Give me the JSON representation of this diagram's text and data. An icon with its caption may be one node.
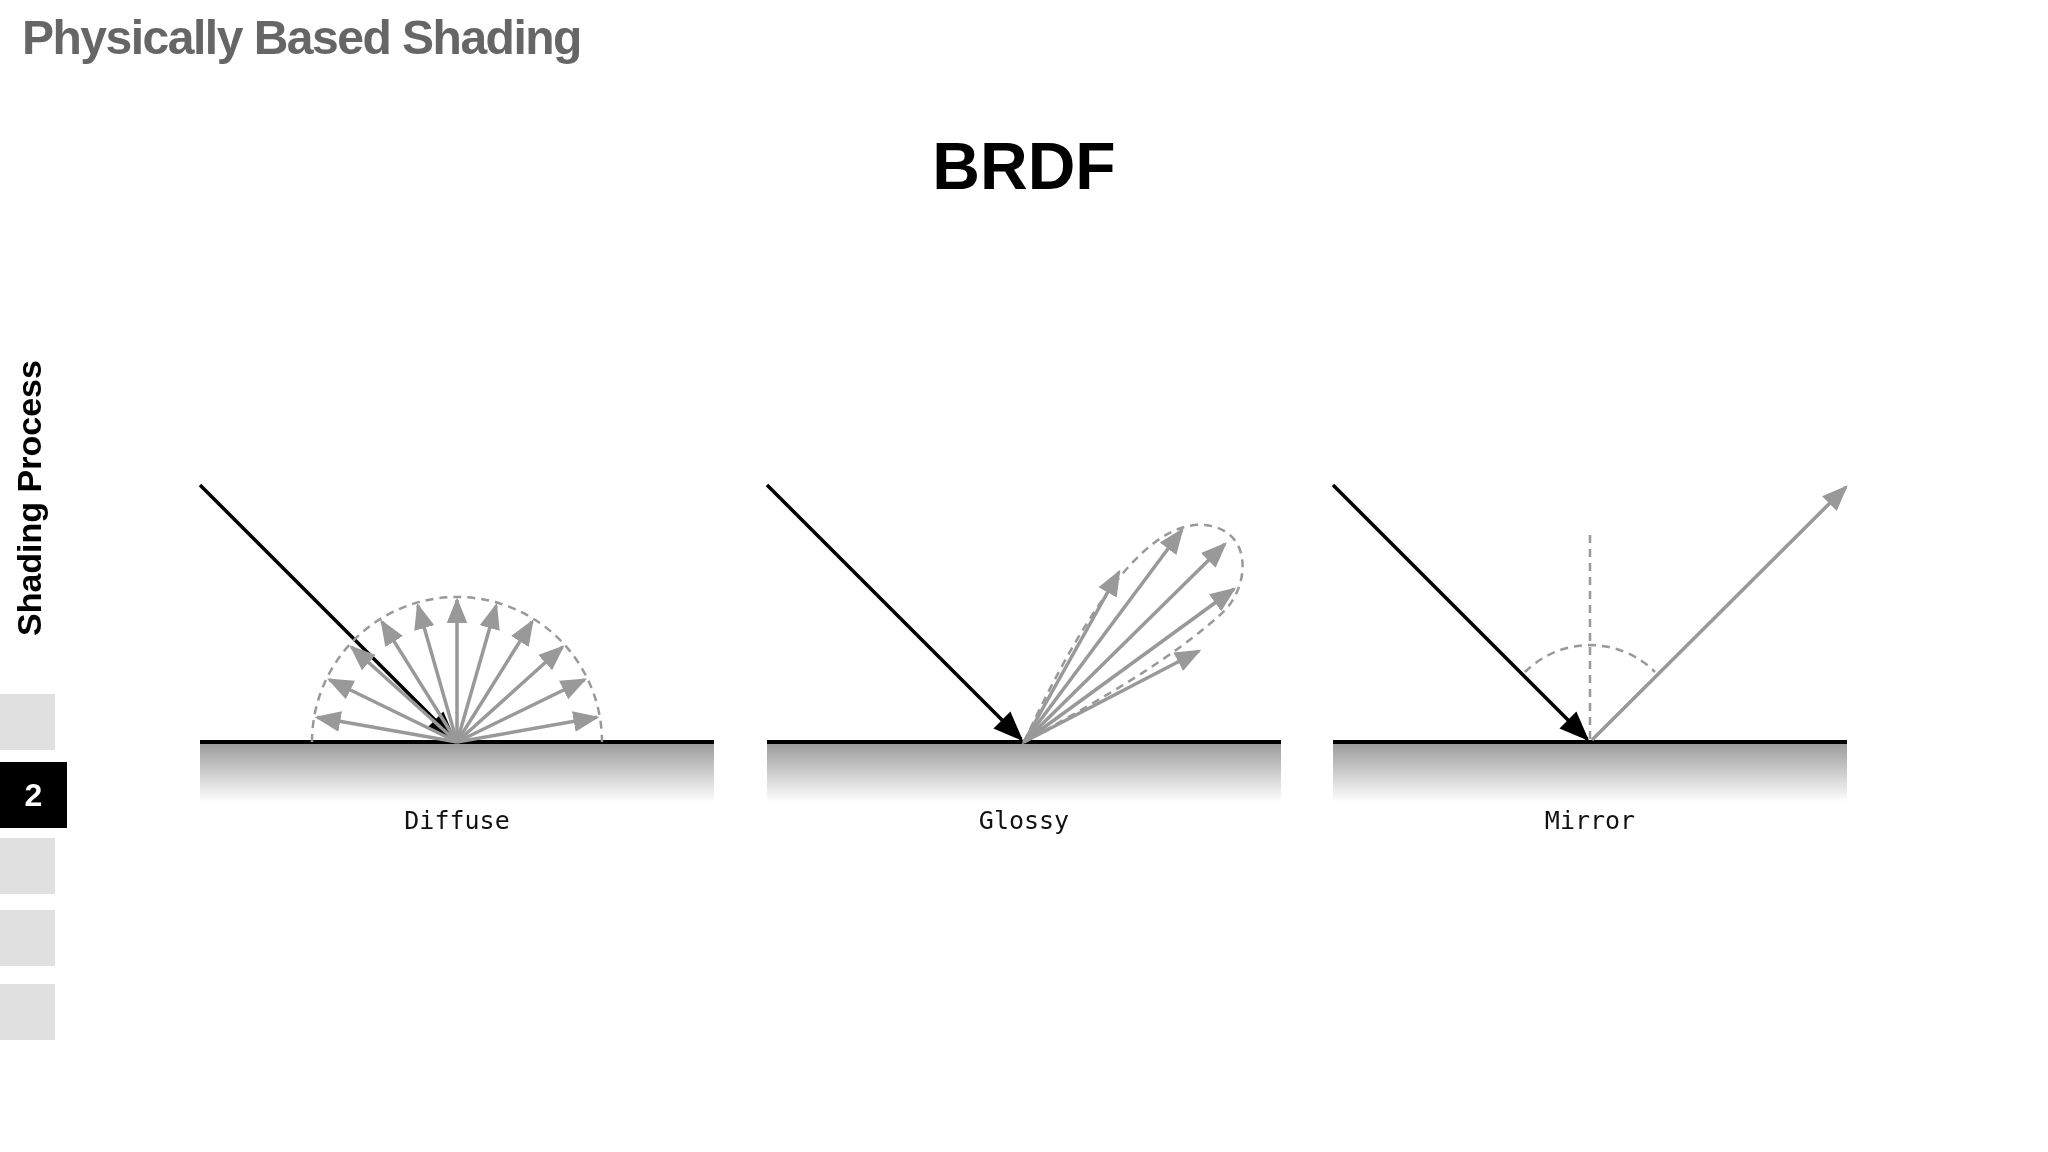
{
  "diagram": {
    "title": "BRDF",
    "labels": [
      "Physically Based Shading",
      "Shading Process",
      "2",
      "Diffuse",
      "Glossy",
      "Mirror"
    ]
  }
}
